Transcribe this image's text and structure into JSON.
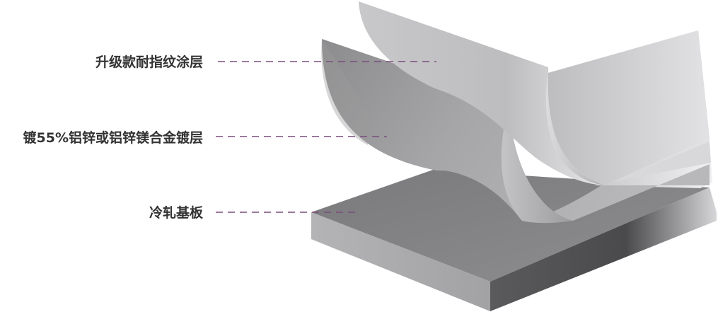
{
  "labels": {
    "top_coating": "升级款耐指纹涂层",
    "middle_coating": "镀55%铝锌或铝锌镁合金镀层",
    "base_layer": "冷轧基板"
  },
  "colors": {
    "leader_line": "#7a4d7f",
    "label_text": "#333333"
  }
}
